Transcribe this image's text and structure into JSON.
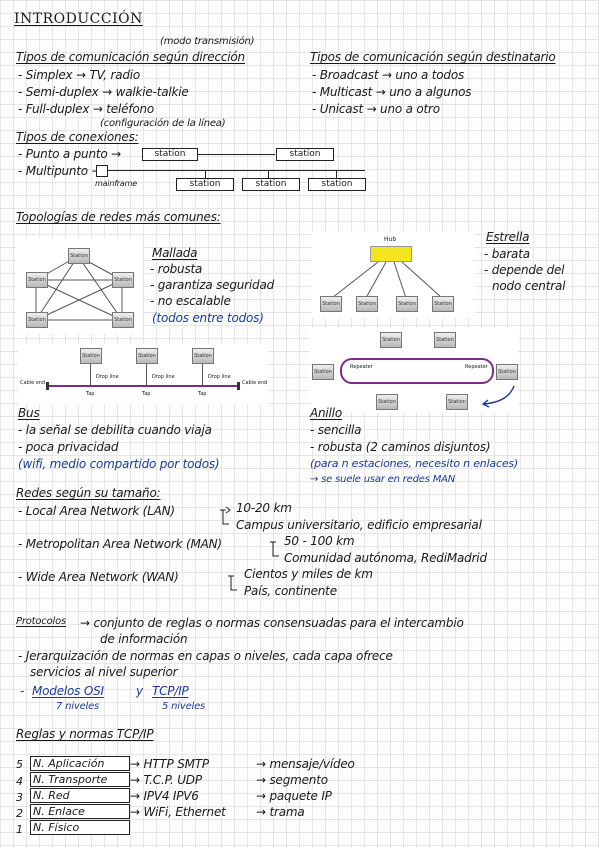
{
  "title": "INTRODUCCIÓN",
  "transmission": {
    "note": "(modo transmisión)",
    "heading": "Tipos de comunicación según dirección",
    "items": [
      "- Simplex → TV, radio",
      "- Semi-duplex → walkie-talkie",
      "- Full-duplex → teléfono"
    ]
  },
  "destination": {
    "heading": "Tipos de comunicación según destinatario",
    "items": [
      "- Broadcast → uno a todos",
      "- Multicast → uno a algunos",
      "- Unicast → uno a otro"
    ]
  },
  "connections": {
    "note": "(configuración de la línea)",
    "heading": "Tipos de conexiones:",
    "p2p": "- Punto a punto →",
    "multi": "- Multipunto →",
    "station": "station",
    "mainframe": "mainframe"
  },
  "topologies": {
    "heading": "Topologías de redes más comunes:",
    "mesh": {
      "name": "Mallada",
      "items": [
        "- robusta",
        "- garantiza seguridad",
        "- no escalable"
      ],
      "note": "(todos entre todos)"
    },
    "star": {
      "name": "Estrella",
      "items": [
        "- barata",
        "- depende del",
        "nodo central"
      ]
    },
    "bus": {
      "name": "Bus",
      "items": [
        "- la señal se debilita cuando viaja",
        "- poca privacidad"
      ],
      "note": "(wifi, medio compartido por todos)"
    },
    "ring": {
      "name": "Anillo",
      "items": [
        "- sencilla",
        "- robusta (2 caminos disjuntos)"
      ],
      "note": "(para n estaciones, necesito n enlaces)",
      "note2": "→ se suele usar en redes MAN"
    },
    "labels": {
      "station": "Station",
      "hub": "Hub",
      "repeater": "Repeater",
      "drop": "Drop line",
      "tap": "Tap",
      "cable_end": "Cable end"
    }
  },
  "size": {
    "heading": "Redes según su tamaño:",
    "lan": "- Local Area Network (LAN)",
    "lan_a": "10-20 km",
    "lan_b": "Campus universitario, edificio empresarial",
    "man": "- Metropolitan Area Network (MAN)",
    "man_a": "50 - 100 km",
    "man_b": "Comunidad autónoma, RediMadrid",
    "wan": "- Wide Area Network (WAN)",
    "wan_a": "Cientos y miles de km",
    "wan_b": "País, continente"
  },
  "protocols": {
    "label": "Protocolos",
    "def1": "→ conjunto de reglas o normas consensuadas para el intercambio",
    "def2": "de información",
    "hier1": "- Jerarquización de normas en capas o niveles, cada capa ofrece",
    "hier2": "servicios al nivel superior",
    "models_prefix": "-",
    "osi": "Modelos OSI",
    "y": "y",
    "tcp": "TCP/IP",
    "osi_levels": "7 niveles",
    "tcp_levels": "5 niveles"
  },
  "tcpip": {
    "heading": "Reglas y normas TCP/IP",
    "layers": [
      {
        "n": "5",
        "name": "N. Aplicación",
        "proto": "→ HTTP  SMTP",
        "unit": "→ mensaje/vídeo"
      },
      {
        "n": "4",
        "name": "N. Transporte",
        "proto": "→ T.C.P.  UDP",
        "unit": "→ segmento"
      },
      {
        "n": "3",
        "name": "N. Red",
        "proto": "→ IPV4  IPV6",
        "unit": "→ paquete IP"
      },
      {
        "n": "2",
        "name": "N. Enlace",
        "proto": "→ WiFi, Ethernet",
        "unit": "→ trama"
      },
      {
        "n": "1",
        "name": "N. Físico",
        "proto": "",
        "unit": ""
      }
    ]
  }
}
